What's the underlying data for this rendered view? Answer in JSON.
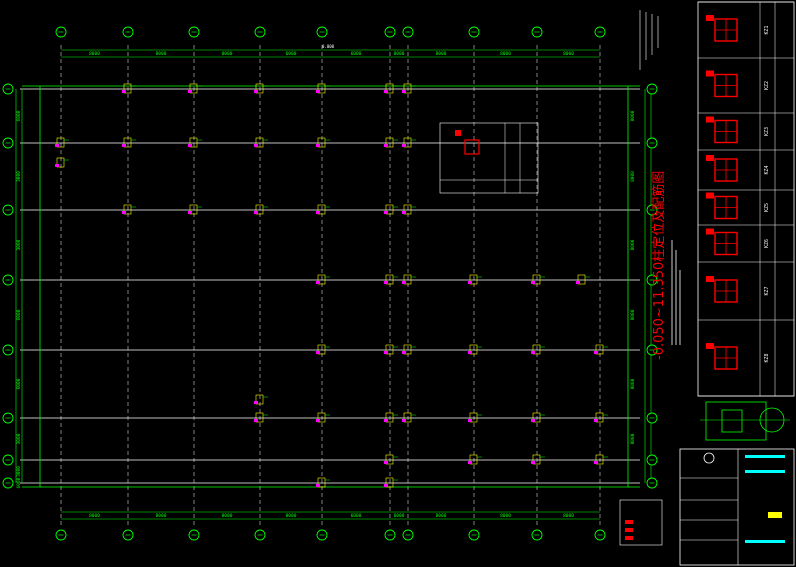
{
  "drawing": {
    "title": "-0.050~11.350柱定位及配筋图",
    "elevation_label": "0.000",
    "dim_top": [
      "8000",
      "8000",
      "8000",
      "6000",
      "6000",
      "8000",
      "8000",
      "8000",
      "8000"
    ],
    "dim_bottom": [
      "8000",
      "8000",
      "8000",
      "8000",
      "6000",
      "6000",
      "8000",
      "8000",
      "8000"
    ],
    "dim_left": [
      "6000",
      "3000",
      "3000",
      "6000",
      "6000",
      "3000",
      "3000",
      "6000"
    ],
    "dim_right": [
      "8000",
      "8000",
      "8000",
      "8000",
      "8000",
      "8000"
    ],
    "column_table": [
      "KZ1",
      "KZ2",
      "KZ3",
      "KZ4",
      "KZ5",
      "KZ6",
      "KZ7",
      "KZ8"
    ]
  },
  "colors": {
    "grid": "#ffffff",
    "axis": "#00ff00",
    "column": "#ff00ff",
    "dim": "#00ff00",
    "rebar": "#ff0000",
    "title": "#ff0000",
    "accent": "#00ffff",
    "note": "#ffff00"
  },
  "title_block": {
    "company": "",
    "project_label": "",
    "drawing_no_label": ""
  }
}
